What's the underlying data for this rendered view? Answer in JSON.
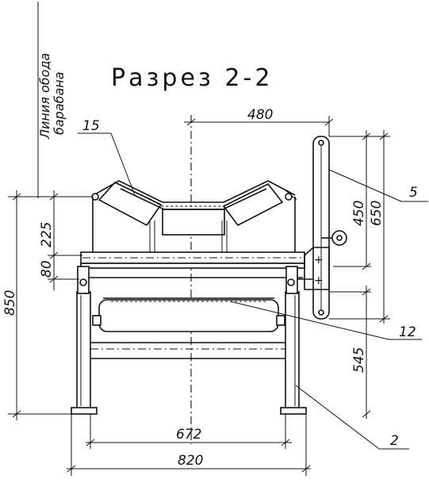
{
  "title": "Разрез 2-2",
  "side_note": {
    "line1": "Линия обода",
    "line2": "барабана"
  },
  "dimensions": {
    "width_top": "480",
    "height_upper": "225",
    "height_lower": "80",
    "height_total": "850",
    "height_right_1": "450",
    "height_right_2": "650",
    "height_right_3": "545",
    "width_inner": "672",
    "width_outer": "820"
  },
  "callouts": {
    "c15": "15",
    "c5": "5",
    "c12": "12",
    "c2": "2"
  }
}
